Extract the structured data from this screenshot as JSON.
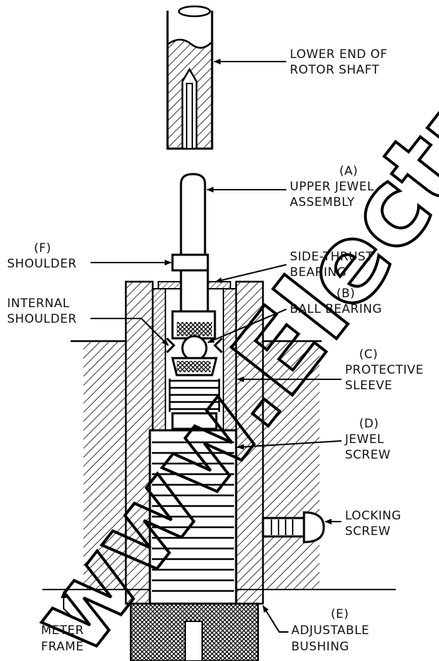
{
  "labels": {
    "rotor_shaft_1": "LOWER END OF",
    "rotor_shaft_2": "ROTOR SHAFT",
    "a_tag": "(A)",
    "a_1": "UPPER JEWEL",
    "a_2": "ASSEMBLY",
    "f_tag": "(F)",
    "f_1": "SHOULDER",
    "side_1": "SIDE-THRUST",
    "side_2": "BEARING",
    "internal_1": "INTERNAL",
    "internal_2": "SHOULDER",
    "b_tag": "(B)",
    "b_1": "BALL BEARING",
    "c_tag": "(C)",
    "c_1": "PROTECTIVE",
    "c_2": "SLEEVE",
    "d_tag": "(D)",
    "d_1": "JEWEL",
    "d_2": "SCREW",
    "lock_1": "LOCKING",
    "lock_2": "SCREW",
    "e_tag": "(E)",
    "e_1": "ADJUSTABLE",
    "e_2": "BUSHING",
    "meter_1": "METER",
    "meter_2": "FRAME"
  },
  "watermark": "www.Electrical"
}
